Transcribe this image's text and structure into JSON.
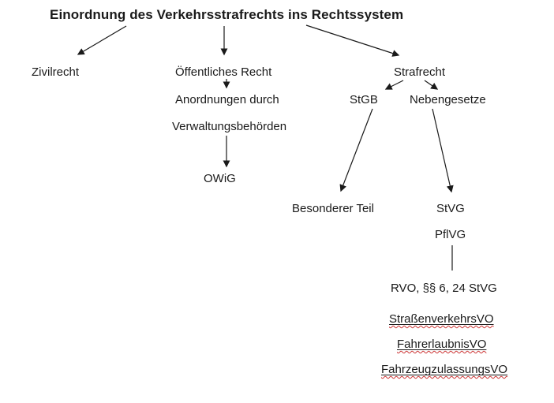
{
  "title": "Einordnung des Verkehrsstrafrechts ins Rechtssystem",
  "colors": {
    "background": "#ffffff",
    "text": "#1a1a1a",
    "line": "#1a1a1a",
    "spellcheck_squiggle": "#cc3333"
  },
  "nodes": {
    "zivilrecht": {
      "label": "Zivilrecht"
    },
    "oeffentliches_recht": {
      "label": "Öffentliches Recht"
    },
    "strafrecht": {
      "label": "Strafrecht"
    },
    "anordnungen": {
      "label": "Anordnungen durch"
    },
    "verwaltungsbehoerden": {
      "label": "Verwaltungsbehörden"
    },
    "owig": {
      "label": "OWiG"
    },
    "stgb": {
      "label": "StGB"
    },
    "nebengesetze": {
      "label": "Nebengesetze"
    },
    "besonderer_teil": {
      "label": "Besonderer Teil"
    },
    "stvg": {
      "label": "StVG"
    },
    "pflvg": {
      "label": "PflVG"
    },
    "rvo": {
      "label": "RVO, §§ 6, 24 StVG"
    },
    "strassenverkehrsvo": {
      "label": "StraßenverkehrsVO",
      "underlined": true,
      "spellcheck": true
    },
    "fahrerlaubnisvo": {
      "label": "FahrerlaubnisVO",
      "underlined": true,
      "spellcheck": true
    },
    "fahrzeugzulassungsvo": {
      "label": "FahrzeugzulassungsVO",
      "underlined": true,
      "spellcheck": true
    }
  },
  "edges": [
    {
      "from": "title",
      "to": "zivilrecht",
      "arrow": true
    },
    {
      "from": "title",
      "to": "oeffentliches_recht",
      "arrow": true
    },
    {
      "from": "title",
      "to": "strafrecht",
      "arrow": true
    },
    {
      "from": "oeffentliches_recht",
      "to": "anordnungen",
      "arrow": true
    },
    {
      "from": "verwaltungsbehoerden",
      "to": "owig",
      "arrow": true
    },
    {
      "from": "strafrecht",
      "to": "stgb",
      "arrow": true
    },
    {
      "from": "strafrecht",
      "to": "nebengesetze",
      "arrow": true
    },
    {
      "from": "stgb",
      "to": "besonderer_teil",
      "arrow": true
    },
    {
      "from": "nebengesetze",
      "to": "stvg",
      "arrow": true
    },
    {
      "from": "pflvg",
      "to": "rvo",
      "arrow": false
    }
  ]
}
